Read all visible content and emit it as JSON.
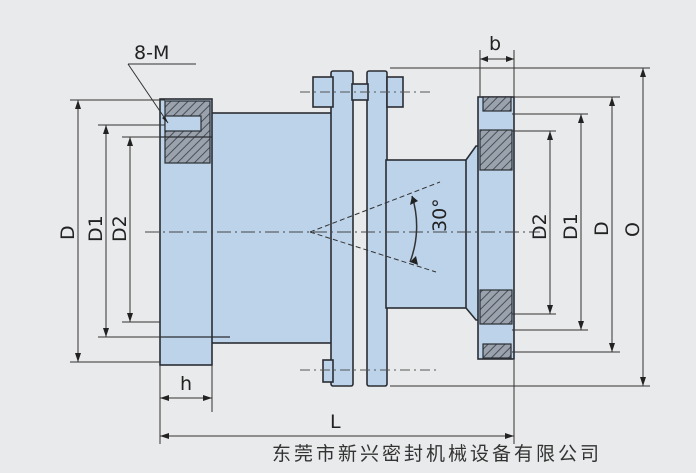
{
  "labels": {
    "bolts": "8-M",
    "left_D": "D",
    "left_D1": "D1",
    "left_D2": "D2",
    "h": "h",
    "L": "L",
    "b": "b",
    "angle": "30°",
    "right_D2": "D2",
    "right_D1": "D1",
    "right_D": "D",
    "right_O": "O"
  },
  "footer": "东莞市新兴密封机械设备有限公司",
  "colors": {
    "background": "#e9eaeb",
    "body_fill": "#bcd3ea",
    "outline": "#2a2d33",
    "hatch": "#6d7480"
  }
}
